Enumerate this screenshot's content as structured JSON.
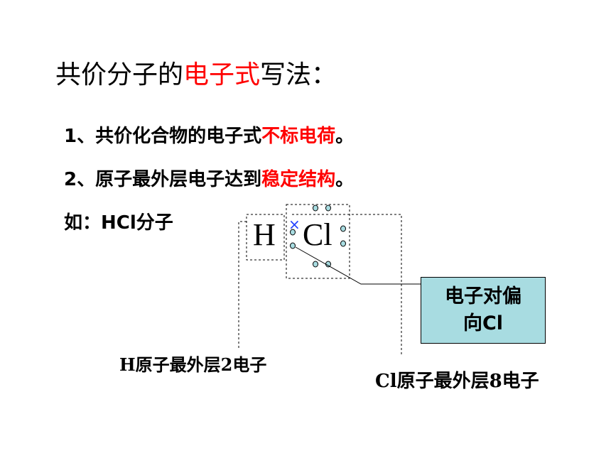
{
  "title": {
    "prefix": "共价分子的",
    "highlight": "电子式",
    "suffix": "写法："
  },
  "rules": [
    {
      "prefix": "1、共价化合物的电子式",
      "highlight": "不标电荷",
      "suffix": "。"
    },
    {
      "prefix": "2、原子最外层电子达到",
      "highlight": "稳定结构",
      "suffix": "。"
    }
  ],
  "example": {
    "label": "如：HCl分子"
  },
  "diagram": {
    "h_symbol": "H",
    "cl_symbol": "Cl",
    "shared_electron_mark": "×",
    "note_line1": "电子对偏",
    "note_line2": "向Cl",
    "h_shell_label": "H原子最外层2电子",
    "cl_shell_label": "Cl原子最外层8电子"
  },
  "colors": {
    "highlight": "#ff0000",
    "cross": "#1f3fff",
    "electron_dot": "#a8dce1",
    "note_fill": "#a8dce1"
  }
}
